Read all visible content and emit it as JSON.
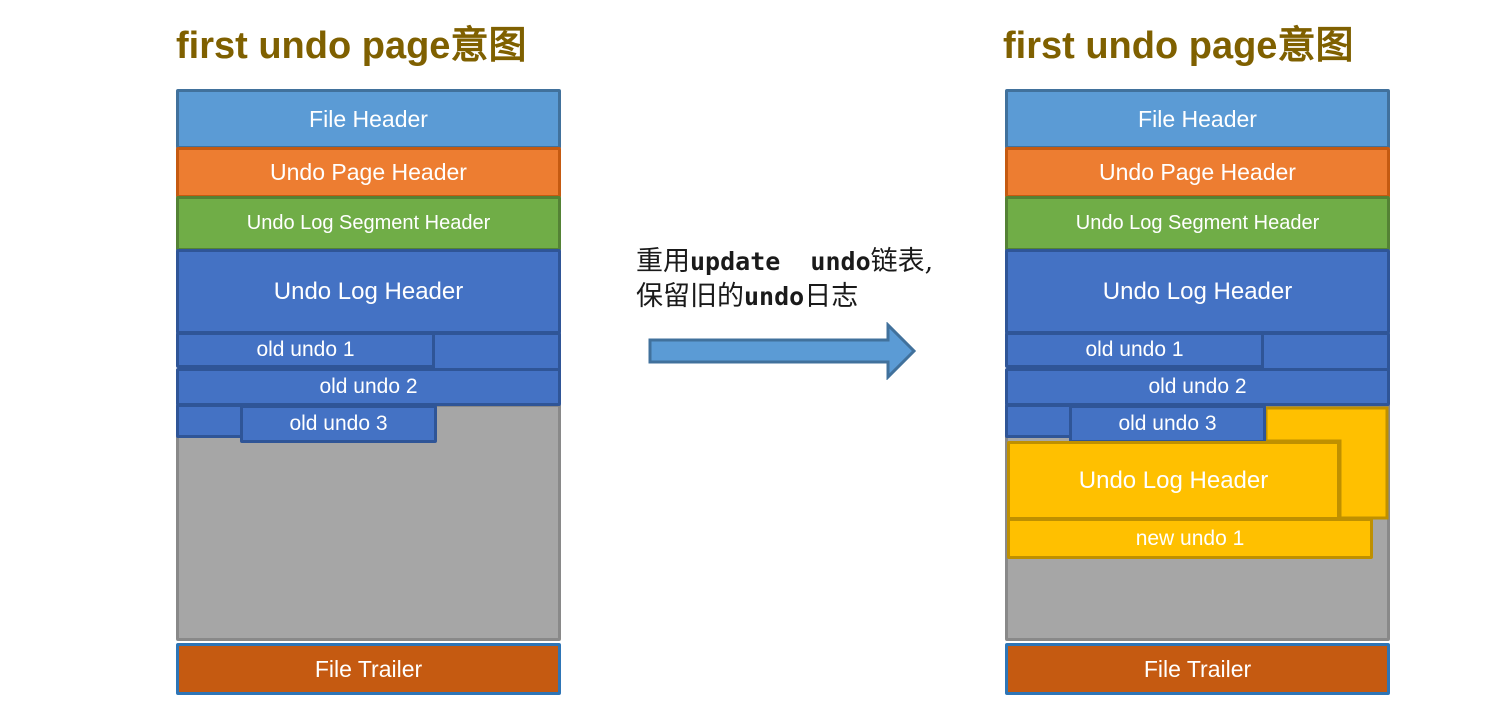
{
  "titles": {
    "left": "first undo page意图",
    "right": "first undo page意图"
  },
  "annotation": {
    "line1": [
      "重用",
      "update  undo",
      "链表,"
    ],
    "line2": [
      "保留旧的",
      "undo",
      "日志"
    ]
  },
  "blocks": {
    "file_header": "File Header",
    "undo_page_header": "Undo Page Header",
    "undo_log_segment_header": "Undo Log Segment Header",
    "undo_log_header": "Undo Log Header",
    "old_undo_1": "old undo 1",
    "old_undo_2": "old undo 2",
    "old_undo_3": "old undo 3",
    "new_undo_log_header": "Undo Log Header",
    "new_undo_1": "new undo 1",
    "file_trailer": "File Trailer"
  },
  "colors": {
    "title_text": "#7F6000",
    "file_header_fill": "#5B9BD5",
    "undo_page_header_fill": "#ED7D31",
    "undo_log_segment_header_fill": "#70AD47",
    "undo_blue_fill": "#4472C4",
    "free_space_fill": "#A6A6A6",
    "file_trailer_fill": "#C55A11",
    "reused_yellow_fill": "#FFC000",
    "reused_yellow_border": "#BF9000",
    "arrow_fill": "#5B9BD5",
    "arrow_border": "#41719C"
  }
}
